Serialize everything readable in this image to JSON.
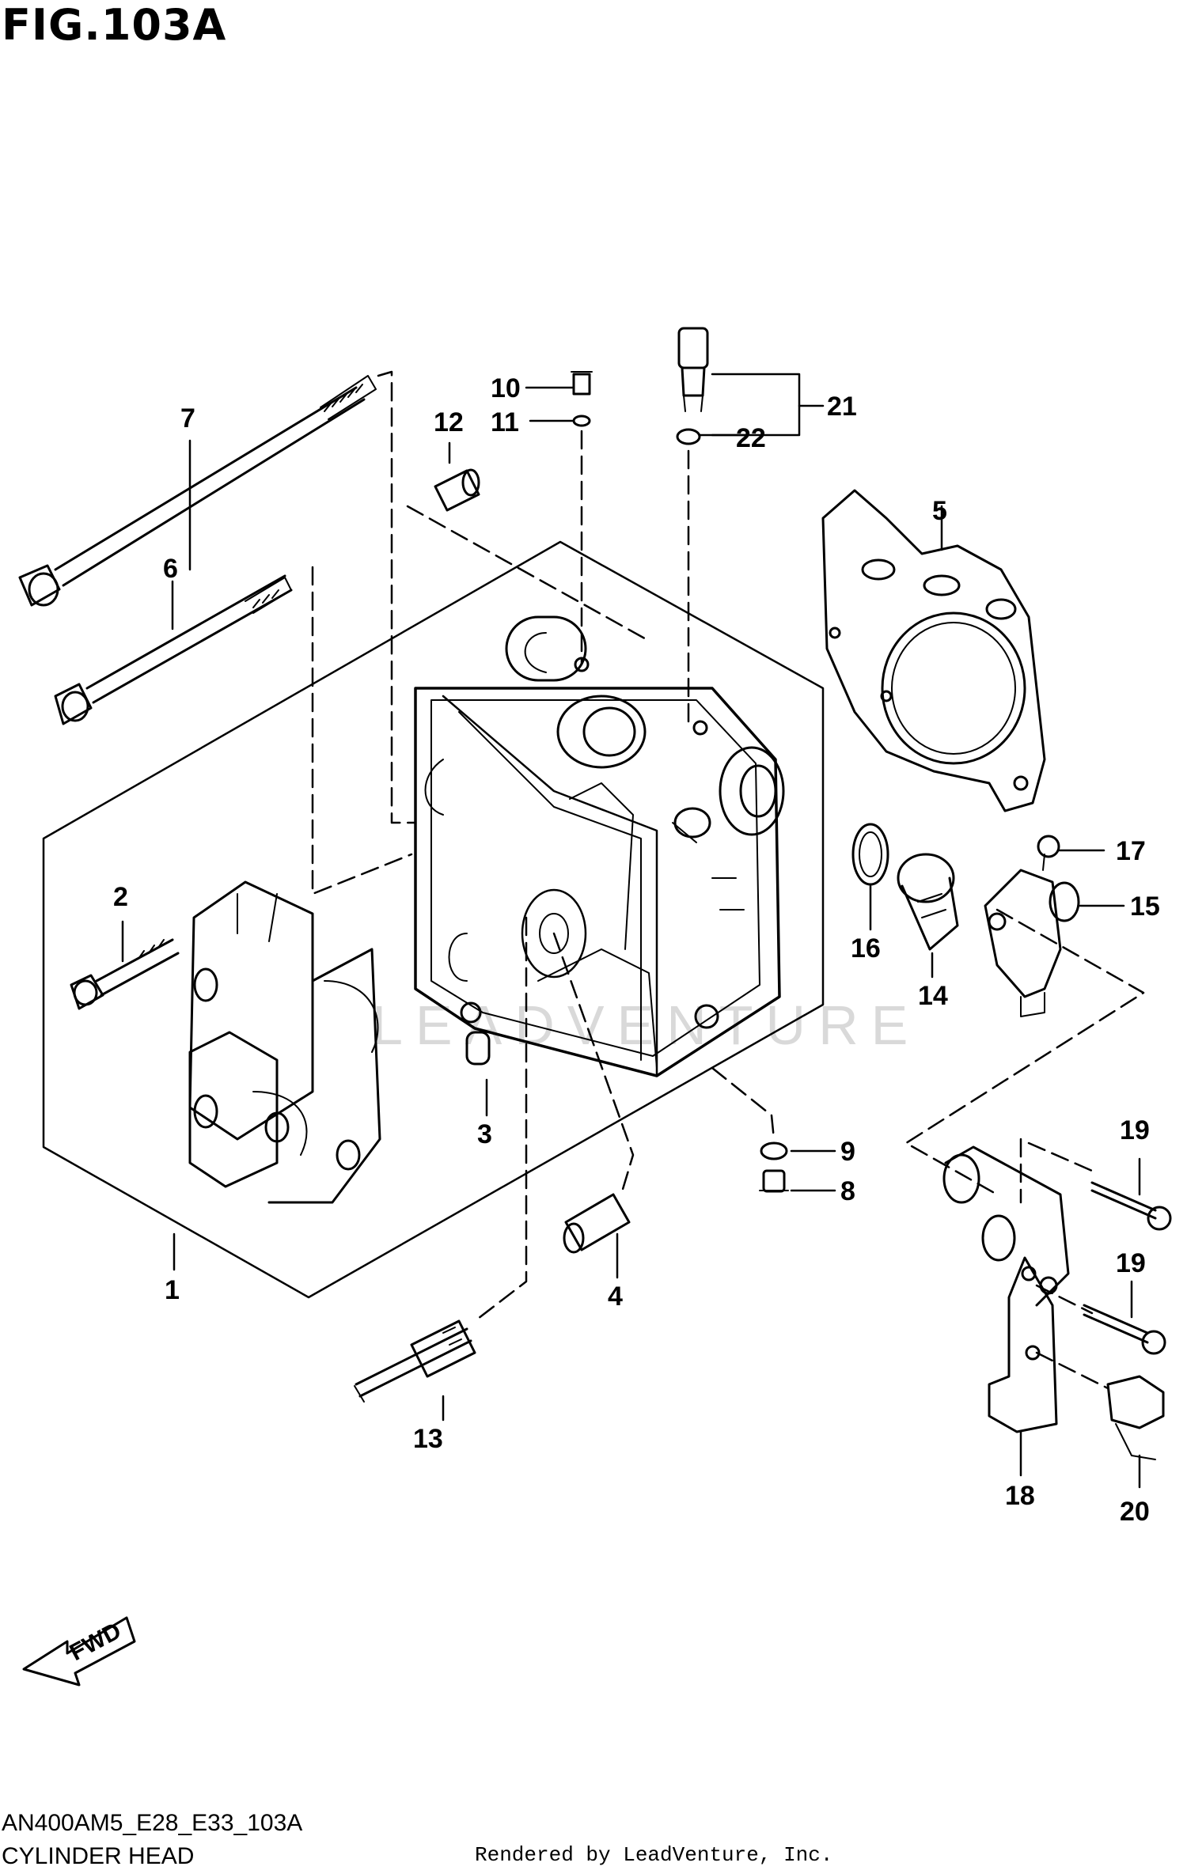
{
  "header": {
    "figure_title": "FIG.103A"
  },
  "footer": {
    "diagram_code": "AN400AM5_E28_E33_103A",
    "diagram_name": "CYLINDER HEAD",
    "rendered_by": "Rendered by LeadVenture, Inc."
  },
  "watermark": {
    "text": "LEADVENTURE"
  },
  "fwd_arrow": {
    "label": "FWD"
  },
  "callouts": {
    "c1": "1",
    "c2": "2",
    "c3": "3",
    "c4": "4",
    "c5": "5",
    "c6": "6",
    "c7": "7",
    "c8": "8",
    "c9": "9",
    "c10": "10",
    "c11": "11",
    "c12": "12",
    "c13": "13",
    "c14": "14",
    "c15": "15",
    "c16": "16",
    "c17": "17",
    "c18": "18",
    "c19a": "19",
    "c19b": "19",
    "c20": "20",
    "c21": "21",
    "c22": "22"
  },
  "colors": {
    "ink": "#000000",
    "background": "#ffffff",
    "watermark": "#d9d9d9"
  }
}
